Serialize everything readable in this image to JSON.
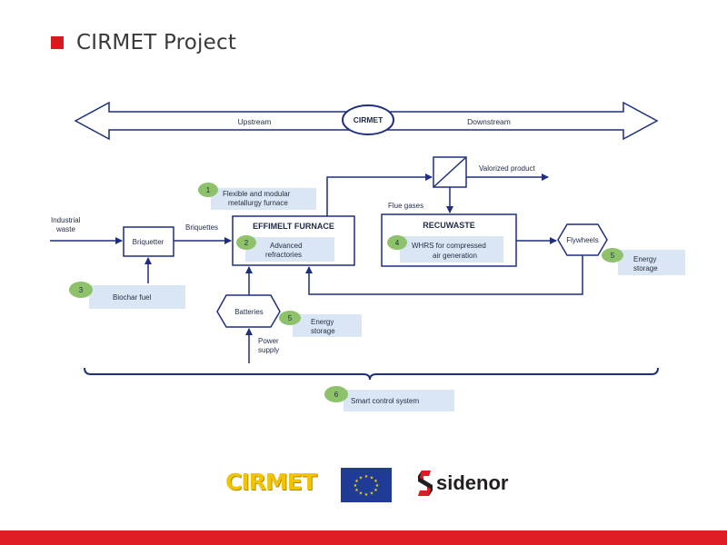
{
  "slide": {
    "title": "CIRMET Project",
    "accent_color": "#d71920",
    "bar_color": "#e01d24"
  },
  "diagram": {
    "arrow": {
      "left_label": "Upstream",
      "center_label": "CIRMET",
      "right_label": "Downstream"
    },
    "industrial_waste": {
      "line1": "Industrial",
      "line2": "waste"
    },
    "briquetter": "Briquetter",
    "briquettes": "Briquettes",
    "effimelt": "EFFIMELT FURNACE",
    "recuwaste": "RECUWASTE",
    "flue_gases": "Flue gases",
    "valorized_product": "Valorized product",
    "flywheels": "Flywheels",
    "batteries": "Batteries",
    "power_supply": {
      "line1": "Power",
      "line2": "supply"
    },
    "labels": {
      "l1": {
        "num": "1",
        "line1": "Flexible and modular",
        "line2": "metallurgy furnace"
      },
      "l2": {
        "num": "2",
        "line1": "Advanced",
        "line2": "refractories"
      },
      "l3": {
        "num": "3",
        "line1": "Biochar fuel"
      },
      "l4": {
        "num": "4",
        "line1": "WHRS for compressed",
        "line2": "air generation"
      },
      "l5a": {
        "num": "5",
        "line1": "Energy",
        "line2": "storage"
      },
      "l5b": {
        "num": "5",
        "line1": "Energy",
        "line2": "storage"
      },
      "l6": {
        "num": "6",
        "line1": "Smart control system"
      }
    },
    "colors": {
      "line": "#1f2f80",
      "arrow_fill": "#ffffff",
      "label_box": "#dbe6f4",
      "circle": "#8dc26a",
      "text": "#1f2a44"
    }
  },
  "logos": {
    "cirmet": "CIRMET",
    "eu_flag": "eu-flag-icon",
    "sidenor": "sidenor"
  }
}
